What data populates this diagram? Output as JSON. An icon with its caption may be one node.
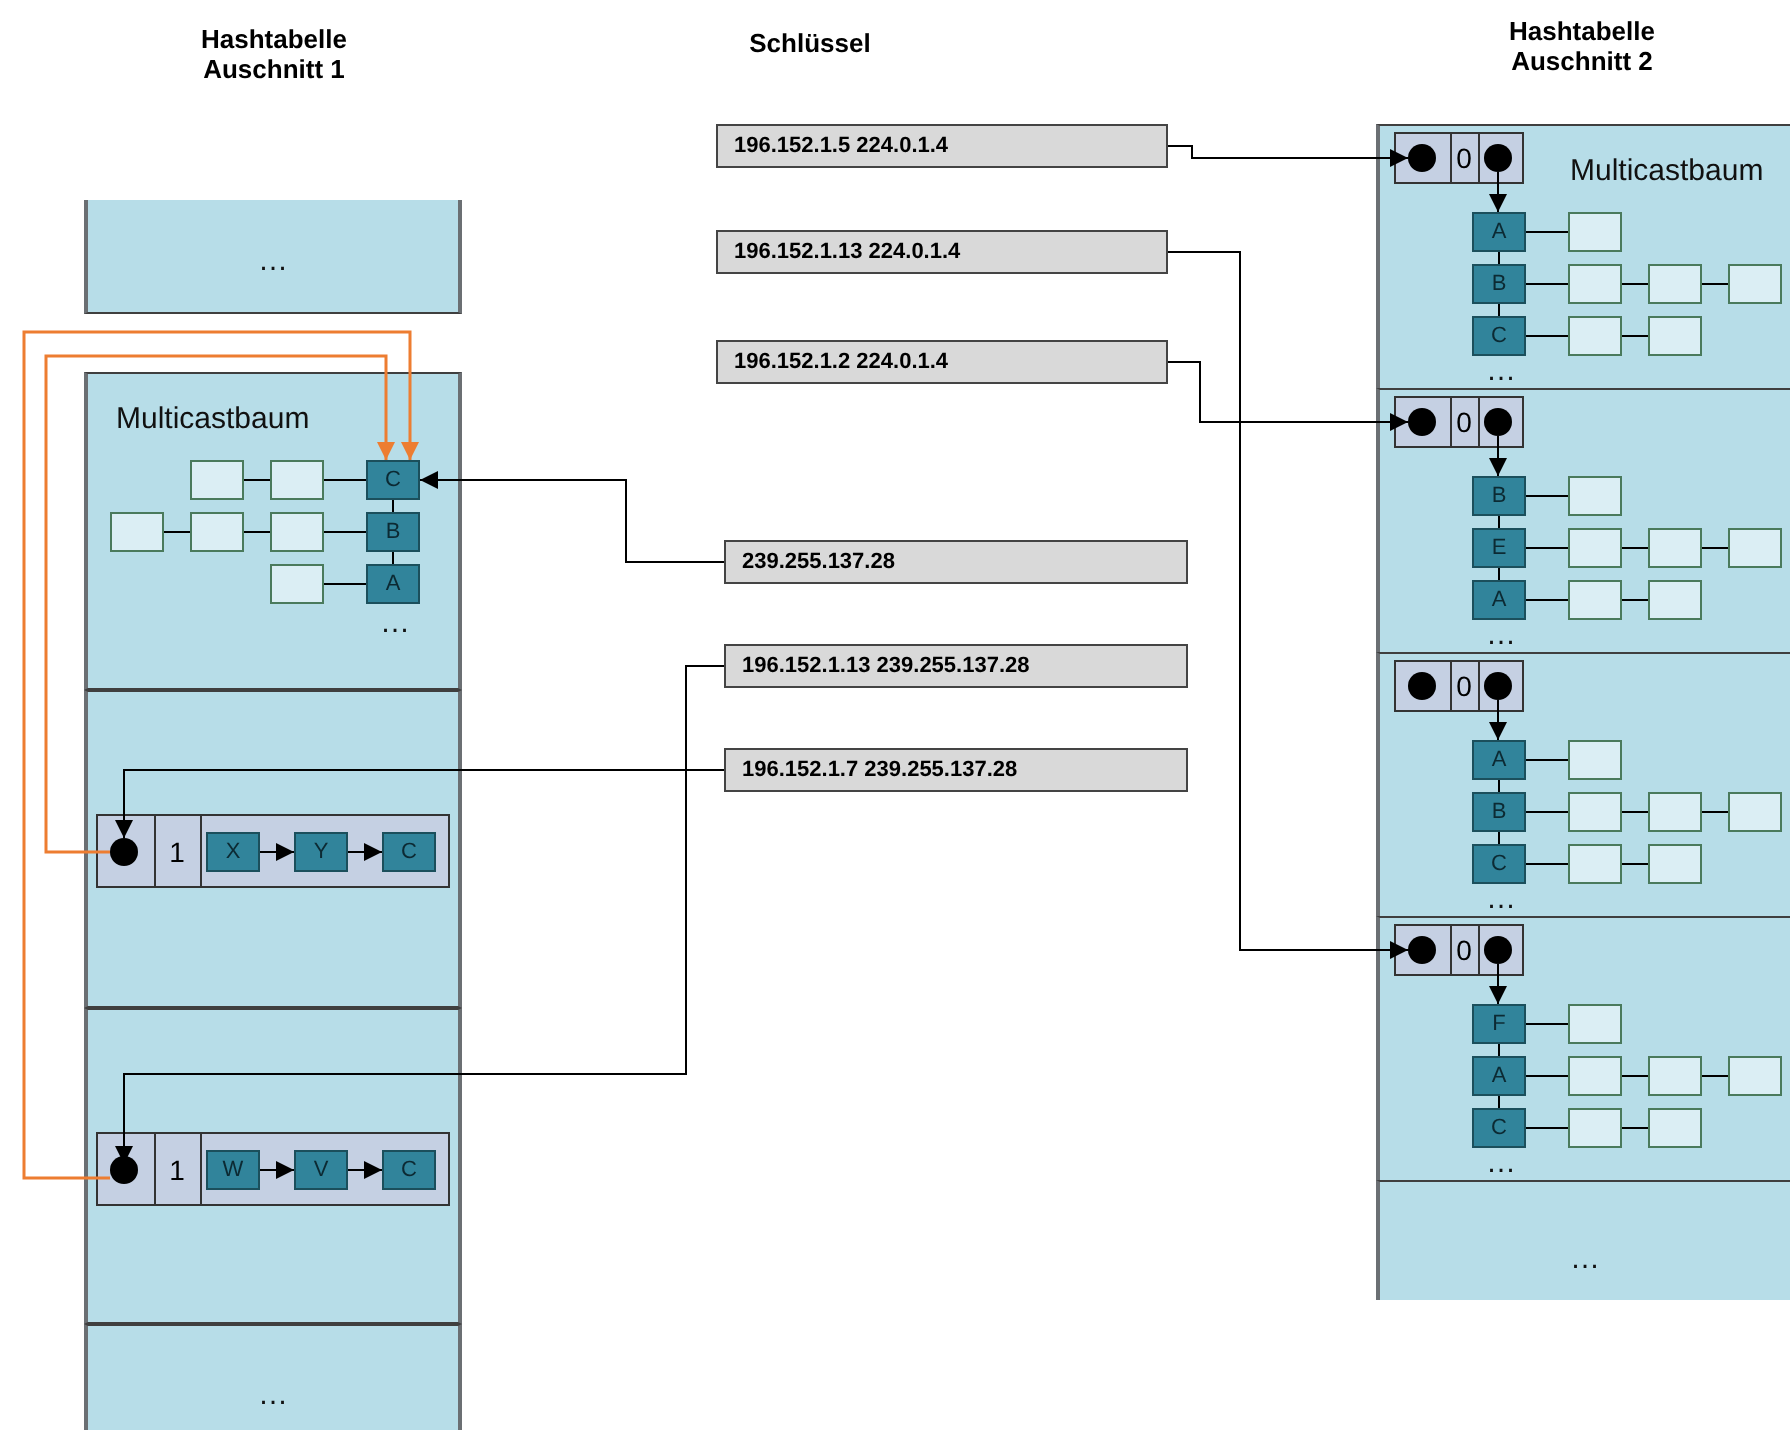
{
  "diagram": {
    "nodes": [
      {
        "text": [
          "…"
        ]
      },
      {
        "text": [
          "Multicastbaum",
          "…"
        ]
      },
      {
        "text": [],
        "shape": "box",
        "in": 1
      },
      {
        "text": [],
        "shape": "box",
        "in": 1
      },
      {
        "text": [
          "C"
        ],
        "in": 1
      },
      {
        "text": [],
        "shape": "box",
        "in": 1
      },
      {
        "text": [],
        "shape": "box",
        "in": 1
      },
      {
        "text": [],
        "shape": "box",
        "in": 1
      },
      {
        "text": [
          "B"
        ],
        "in": 1
      },
      {
        "text": [],
        "shape": "box",
        "in": 1
      },
      {
        "text": [
          "A"
        ],
        "in": 1
      },
      {
        "text": [],
        "shape": "box"
      },
      {
        "text": [
          "1"
        ],
        "in": 11
      },
      {
        "text": [],
        "shape": "circle",
        "in": 12
      },
      {
        "text": [
          "X"
        ],
        "in": 12
      },
      {
        "text": [
          "Y"
        ],
        "in": 12
      },
      {
        "text": [
          "C"
        ],
        "in": 12
      },
      {
        "text": [],
        "shape": "box"
      },
      {
        "text": [
          "1"
        ],
        "in": 17
      },
      {
        "text": [],
        "shape": "circle",
        "in": 18
      },
      {
        "text": [
          "W"
        ],
        "in": 18
      },
      {
        "text": [
          "V"
        ],
        "in": 18
      },
      {
        "text": [
          "C"
        ],
        "in": 18
      },
      {
        "text": [
          "…"
        ]
      },
      {
        "text": [
          "196.152.1.5 224.0.1.4"
        ]
      },
      {
        "text": [
          "196.152.1.13 224.0.1.4"
        ]
      },
      {
        "text": [
          "196.152.1.2 224.0.1.4"
        ]
      },
      {
        "text": [
          "239.255.137.28"
        ]
      },
      {
        "text": [
          "196.152.1.13 239.255.137.28"
        ]
      },
      {
        "text": [
          "196.152.1.7 239.255.137.28"
        ]
      },
      {
        "text": [
          "Multicastbaum",
          "…"
        ]
      },
      {
        "text": [
          "0"
        ],
        "in": 30
      },
      {
        "text": [],
        "shape": "circle",
        "in": 31
      },
      {
        "text": [],
        "shape": "circle",
        "in": 31
      },
      {
        "text": [
          "A"
        ],
        "in": 30
      },
      {
        "text": [],
        "shape": "box",
        "in": 30
      },
      {
        "text": [
          "B"
        ],
        "in": 30
      },
      {
        "text": [],
        "shape": "box",
        "in": 30
      },
      {
        "text": [],
        "shape": "box",
        "in": 30
      },
      {
        "text": [],
        "shape": "box",
        "in": 30
      },
      {
        "text": [
          "C"
        ],
        "in": 30
      },
      {
        "text": [],
        "shape": "box",
        "in": 30
      },
      {
        "text": [],
        "shape": "box",
        "in": 30
      },
      {
        "text": [
          "…"
        ]
      },
      {
        "text": [
          "0"
        ],
        "in": 43
      },
      {
        "text": [],
        "shape": "circle",
        "in": 44
      },
      {
        "text": [],
        "shape": "circle",
        "in": 44
      },
      {
        "text": [
          "B"
        ],
        "in": 43
      },
      {
        "text": [],
        "shape": "box",
        "in": 43
      },
      {
        "text": [
          "E"
        ],
        "in": 43
      },
      {
        "text": [],
        "shape": "box",
        "in": 43
      },
      {
        "text": [],
        "shape": "box",
        "in": 43
      },
      {
        "text": [],
        "shape": "box",
        "in": 43
      },
      {
        "text": [
          "A"
        ],
        "in": 43
      },
      {
        "text": [],
        "shape": "box",
        "in": 43
      },
      {
        "text": [],
        "shape": "box",
        "in": 43
      },
      {
        "text": [
          "…"
        ]
      },
      {
        "text": [
          "0"
        ],
        "in": 56
      },
      {
        "text": [],
        "shape": "circle",
        "in": 57
      },
      {
        "text": [],
        "shape": "circle",
        "in": 57
      },
      {
        "text": [
          "A"
        ],
        "in": 56
      },
      {
        "text": [],
        "shape": "box",
        "in": 56
      },
      {
        "text": [
          "B"
        ],
        "in": 56
      },
      {
        "text": [],
        "shape": "box",
        "in": 56
      },
      {
        "text": [],
        "shape": "box",
        "in": 56
      },
      {
        "text": [],
        "shape": "box",
        "in": 56
      },
      {
        "text": [
          "C"
        ],
        "in": 56
      },
      {
        "text": [],
        "shape": "box",
        "in": 56
      },
      {
        "text": [],
        "shape": "box",
        "in": 56
      },
      {
        "text": [
          "…"
        ]
      },
      {
        "text": [
          "0"
        ],
        "in": 69
      },
      {
        "text": [],
        "shape": "circle",
        "in": 70
      },
      {
        "text": [],
        "shape": "circle",
        "in": 70
      },
      {
        "text": [
          "F"
        ],
        "in": 69
      },
      {
        "text": [],
        "shape": "box",
        "in": 69
      },
      {
        "text": [
          "A"
        ],
        "in": 69
      },
      {
        "text": [],
        "shape": "box",
        "in": 69
      },
      {
        "text": [],
        "shape": "box",
        "in": 69
      },
      {
        "text": [],
        "shape": "box",
        "in": 69
      },
      {
        "text": [
          "C"
        ],
        "in": 69
      },
      {
        "text": [],
        "shape": "box",
        "in": 69
      },
      {
        "text": [],
        "shape": "box",
        "in": 69
      },
      {
        "text": [
          "…"
        ]
      }
    ],
    "edges": [
      {
        "from": 2,
        "to": 3,
        "arrow": "none"
      },
      {
        "from": 3,
        "to": 4,
        "arrow": "none"
      },
      {
        "from": 5,
        "to": 6,
        "arrow": "none"
      },
      {
        "from": 6,
        "to": 7,
        "arrow": "none"
      },
      {
        "from": 7,
        "to": 8,
        "arrow": "none"
      },
      {
        "from": 9,
        "to": 10,
        "arrow": "none"
      },
      {
        "from": 4,
        "to": 8,
        "arrow": "none"
      },
      {
        "from": 8,
        "to": 10,
        "arrow": "none"
      },
      {
        "from": 14,
        "to": 15,
        "arrow": "to"
      },
      {
        "from": 15,
        "to": 16,
        "arrow": "to"
      },
      {
        "from": 20,
        "to": 21,
        "arrow": "to"
      },
      {
        "from": 21,
        "to": 22,
        "arrow": "to"
      },
      {
        "from": 13,
        "to": 4,
        "arrow": "to",
        "color": "#ed7d31"
      },
      {
        "from": 19,
        "to": 4,
        "arrow": "to",
        "color": "#ed7d31"
      },
      {
        "from": 24,
        "to": 32,
        "arrow": "to"
      },
      {
        "from": 25,
        "to": 71,
        "arrow": "to"
      },
      {
        "from": 26,
        "to": 45,
        "arrow": "to"
      },
      {
        "from": 27,
        "to": 4,
        "arrow": "to"
      },
      {
        "from": 28,
        "to": 19,
        "arrow": "to"
      },
      {
        "from": 29,
        "to": 13,
        "arrow": "to"
      },
      {
        "from": 33,
        "to": 34,
        "arrow": "to"
      },
      {
        "from": 34,
        "to": 35,
        "arrow": "none"
      },
      {
        "from": 36,
        "to": 37,
        "arrow": "none"
      },
      {
        "from": 37,
        "to": 38,
        "arrow": "none"
      },
      {
        "from": 38,
        "to": 39,
        "arrow": "none"
      },
      {
        "from": 40,
        "to": 41,
        "arrow": "none"
      },
      {
        "from": 41,
        "to": 42,
        "arrow": "none"
      },
      {
        "from": 34,
        "to": 36,
        "arrow": "none"
      },
      {
        "from": 36,
        "to": 40,
        "arrow": "none"
      },
      {
        "from": 46,
        "to": 47,
        "arrow": "to"
      },
      {
        "from": 47,
        "to": 48,
        "arrow": "none"
      },
      {
        "from": 49,
        "to": 50,
        "arrow": "none"
      },
      {
        "from": 50,
        "to": 51,
        "arrow": "none"
      },
      {
        "from": 51,
        "to": 52,
        "arrow": "none"
      },
      {
        "from": 53,
        "to": 54,
        "arrow": "none"
      },
      {
        "from": 54,
        "to": 55,
        "arrow": "none"
      },
      {
        "from": 47,
        "to": 49,
        "arrow": "none"
      },
      {
        "from": 49,
        "to": 53,
        "arrow": "none"
      },
      {
        "from": 59,
        "to": 60,
        "arrow": "to"
      },
      {
        "from": 60,
        "to": 61,
        "arrow": "none"
      },
      {
        "from": 62,
        "to": 63,
        "arrow": "none"
      },
      {
        "from": 63,
        "to": 64,
        "arrow": "none"
      },
      {
        "from": 64,
        "to": 65,
        "arrow": "none"
      },
      {
        "from": 66,
        "to": 67,
        "arrow": "none"
      },
      {
        "from": 67,
        "to": 68,
        "arrow": "none"
      },
      {
        "from": 60,
        "to": 62,
        "arrow": "none"
      },
      {
        "from": 62,
        "to": 66,
        "arrow": "none"
      },
      {
        "from": 72,
        "to": 73,
        "arrow": "to"
      },
      {
        "from": 73,
        "to": 74,
        "arrow": "none"
      },
      {
        "from": 75,
        "to": 76,
        "arrow": "none"
      },
      {
        "from": 76,
        "to": 77,
        "arrow": "none"
      },
      {
        "from": 77,
        "to": 78,
        "arrow": "none"
      },
      {
        "from": 79,
        "to": 80,
        "arrow": "none"
      },
      {
        "from": 80,
        "to": 81,
        "arrow": "none"
      },
      {
        "from": 73,
        "to": 75,
        "arrow": "none"
      },
      {
        "from": 75,
        "to": 79,
        "arrow": "none"
      }
    ],
    "labels": [
      "Hashtabelle Auschnitt 1",
      "Schlüssel",
      "Hashtabelle Auschnitt 2"
    ]
  }
}
